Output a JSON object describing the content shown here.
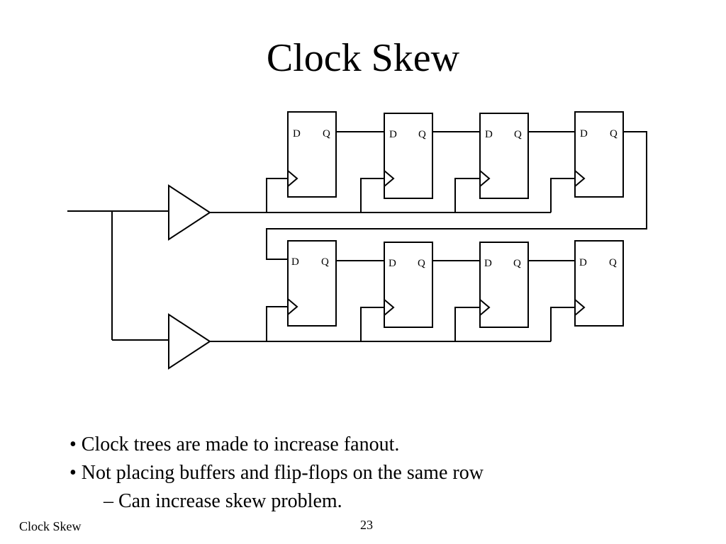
{
  "slide": {
    "title": "Clock Skew",
    "footer_left": "Clock Skew",
    "page_number": "23"
  },
  "diagram": {
    "top_row": [
      {
        "d_label": "D",
        "q_label": "Q"
      },
      {
        "d_label": "D",
        "q_label": "Q"
      },
      {
        "d_label": "D",
        "q_label": "Q"
      },
      {
        "d_label": "D",
        "q_label": "Q"
      }
    ],
    "bottom_row": [
      {
        "d_label": "D",
        "q_label": "Q"
      },
      {
        "d_label": "D",
        "q_label": "Q"
      },
      {
        "d_label": "D",
        "q_label": "Q"
      },
      {
        "d_label": "D",
        "q_label": "Q"
      }
    ]
  },
  "bullets": {
    "b1": "• Clock trees are made to increase fanout.",
    "b2": "• Not placing buffers and flip-flops on the same row",
    "b2_sub": "– Can increase skew problem."
  }
}
